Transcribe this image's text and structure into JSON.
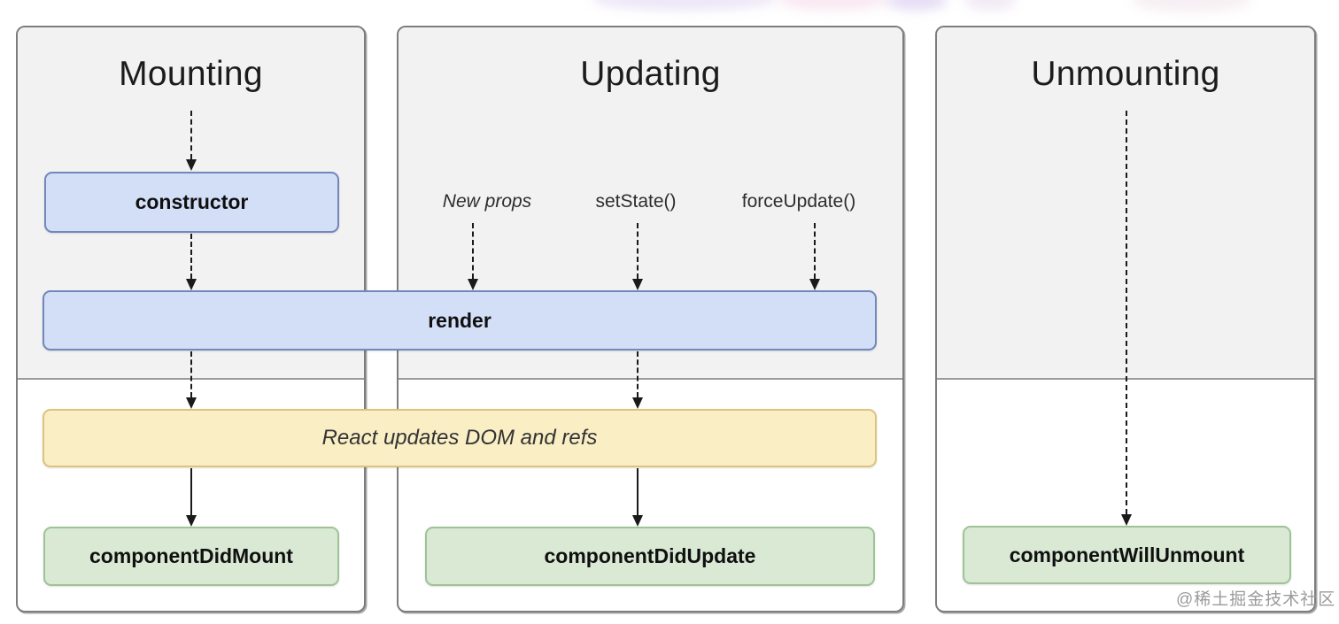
{
  "page": {
    "watermark": "@稀土掘金技术社区",
    "background": "#ffffff"
  },
  "colors": {
    "panel_background": "#f2f2f2",
    "panel_border": "#7d7d7d",
    "lifecycle_blue_fill": "#d3dff7",
    "lifecycle_blue_border": "#7287ba",
    "note_yellow_fill": "#faeec5",
    "note_yellow_border": "#dcc37e",
    "lifecycle_green_fill": "#d9e9d4",
    "lifecycle_green_border": "#9ec397",
    "arrow": "#1a1a1a"
  },
  "diagram": {
    "phases": [
      {
        "id": "mounting",
        "title": "Mounting"
      },
      {
        "id": "updating",
        "title": "Updating"
      },
      {
        "id": "unmounting",
        "title": "Unmounting"
      }
    ],
    "triggers": [
      {
        "label": "New props",
        "style": "italic"
      },
      {
        "label": "setState()",
        "style": "normal"
      },
      {
        "label": "forceUpdate()",
        "style": "normal"
      }
    ],
    "boxes": {
      "constructor": {
        "label": "constructor",
        "type": "lifecycle-blue"
      },
      "render": {
        "label": "render",
        "type": "lifecycle-blue"
      },
      "react_updates": {
        "label": "React updates DOM and refs",
        "type": "note-yellow"
      },
      "component_did_mount": {
        "label": "componentDidMount",
        "type": "lifecycle-green"
      },
      "component_did_update": {
        "label": "componentDidUpdate",
        "type": "lifecycle-green"
      },
      "component_will_unmount": {
        "label": "componentWillUnmount",
        "type": "lifecycle-green"
      }
    }
  }
}
